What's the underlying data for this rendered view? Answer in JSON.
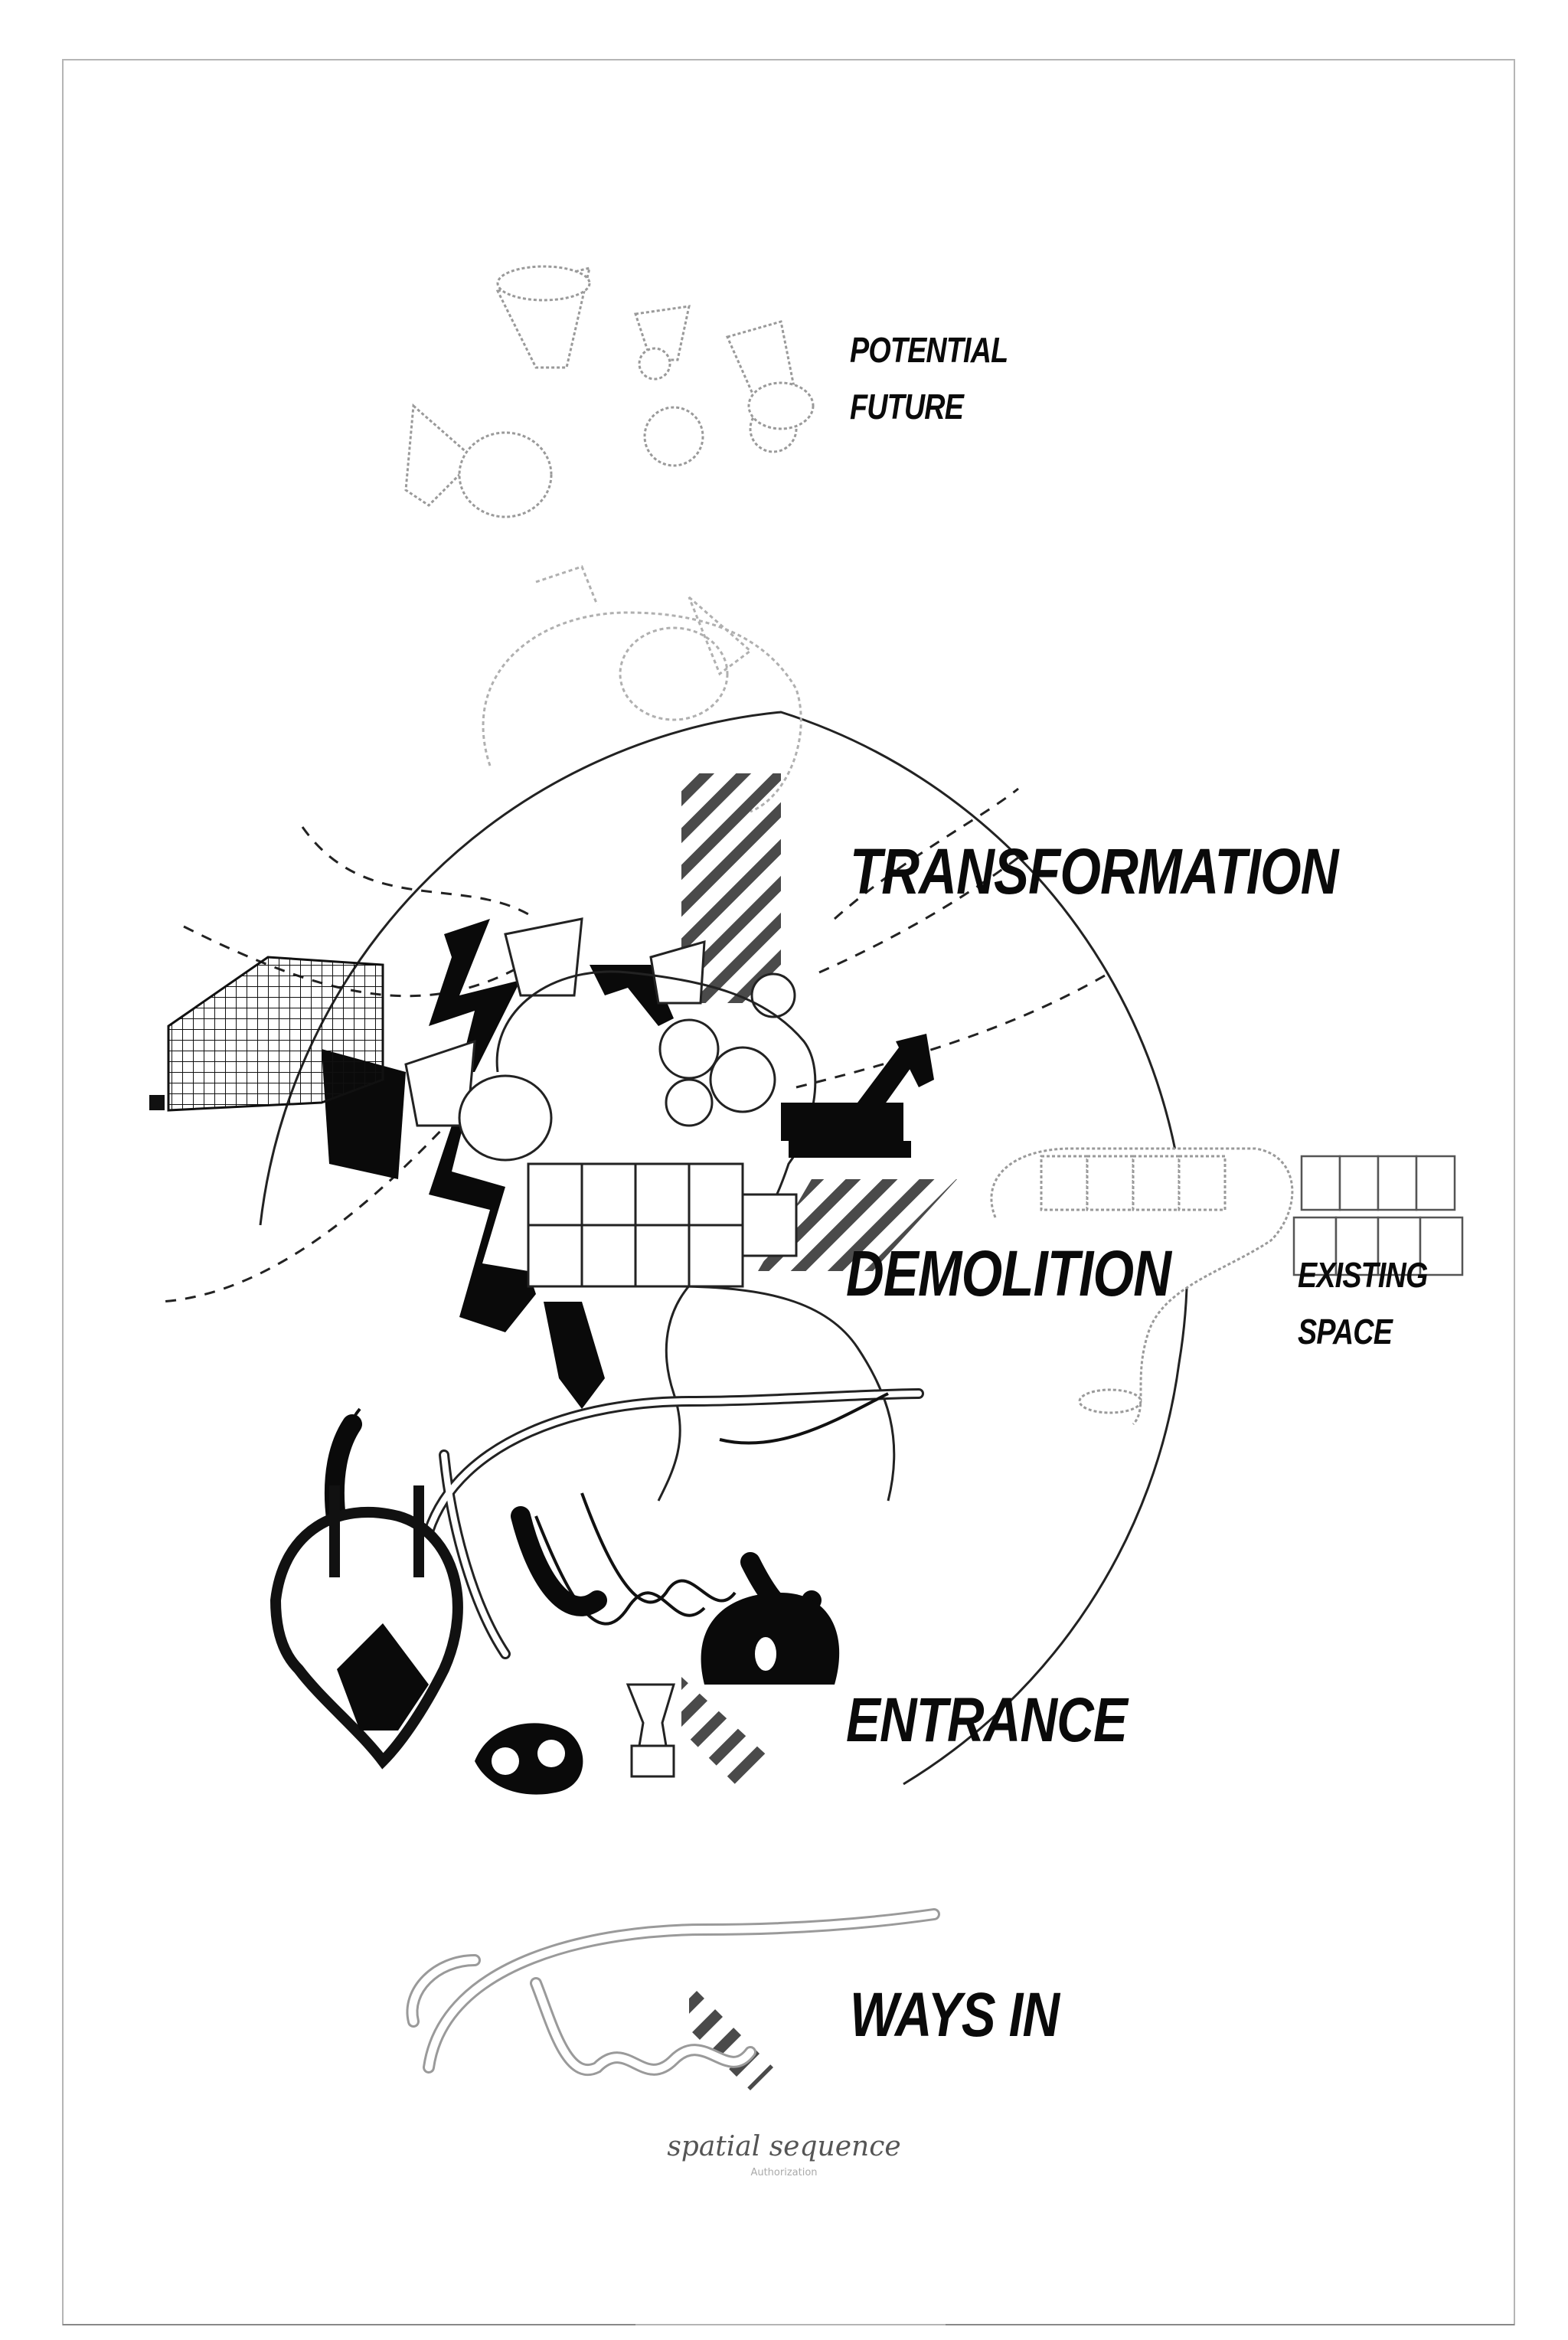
{
  "labels": {
    "potential_future": [
      "POTENTIAL",
      "FUTURE"
    ],
    "transformation": "TRANSFORMATION",
    "demolition": "DEMOLITION",
    "existing_space": [
      "EXISTING",
      "SPACE"
    ],
    "entrance": "ENTRANCE",
    "ways_in": "WAYS IN"
  },
  "caption": {
    "title": "spatial sequence",
    "subtitle": "Authorization"
  },
  "colors": {
    "ink": "#0a0a0a",
    "line": "#222222",
    "faint": "#9a9a9a",
    "stripe": "#555555"
  }
}
